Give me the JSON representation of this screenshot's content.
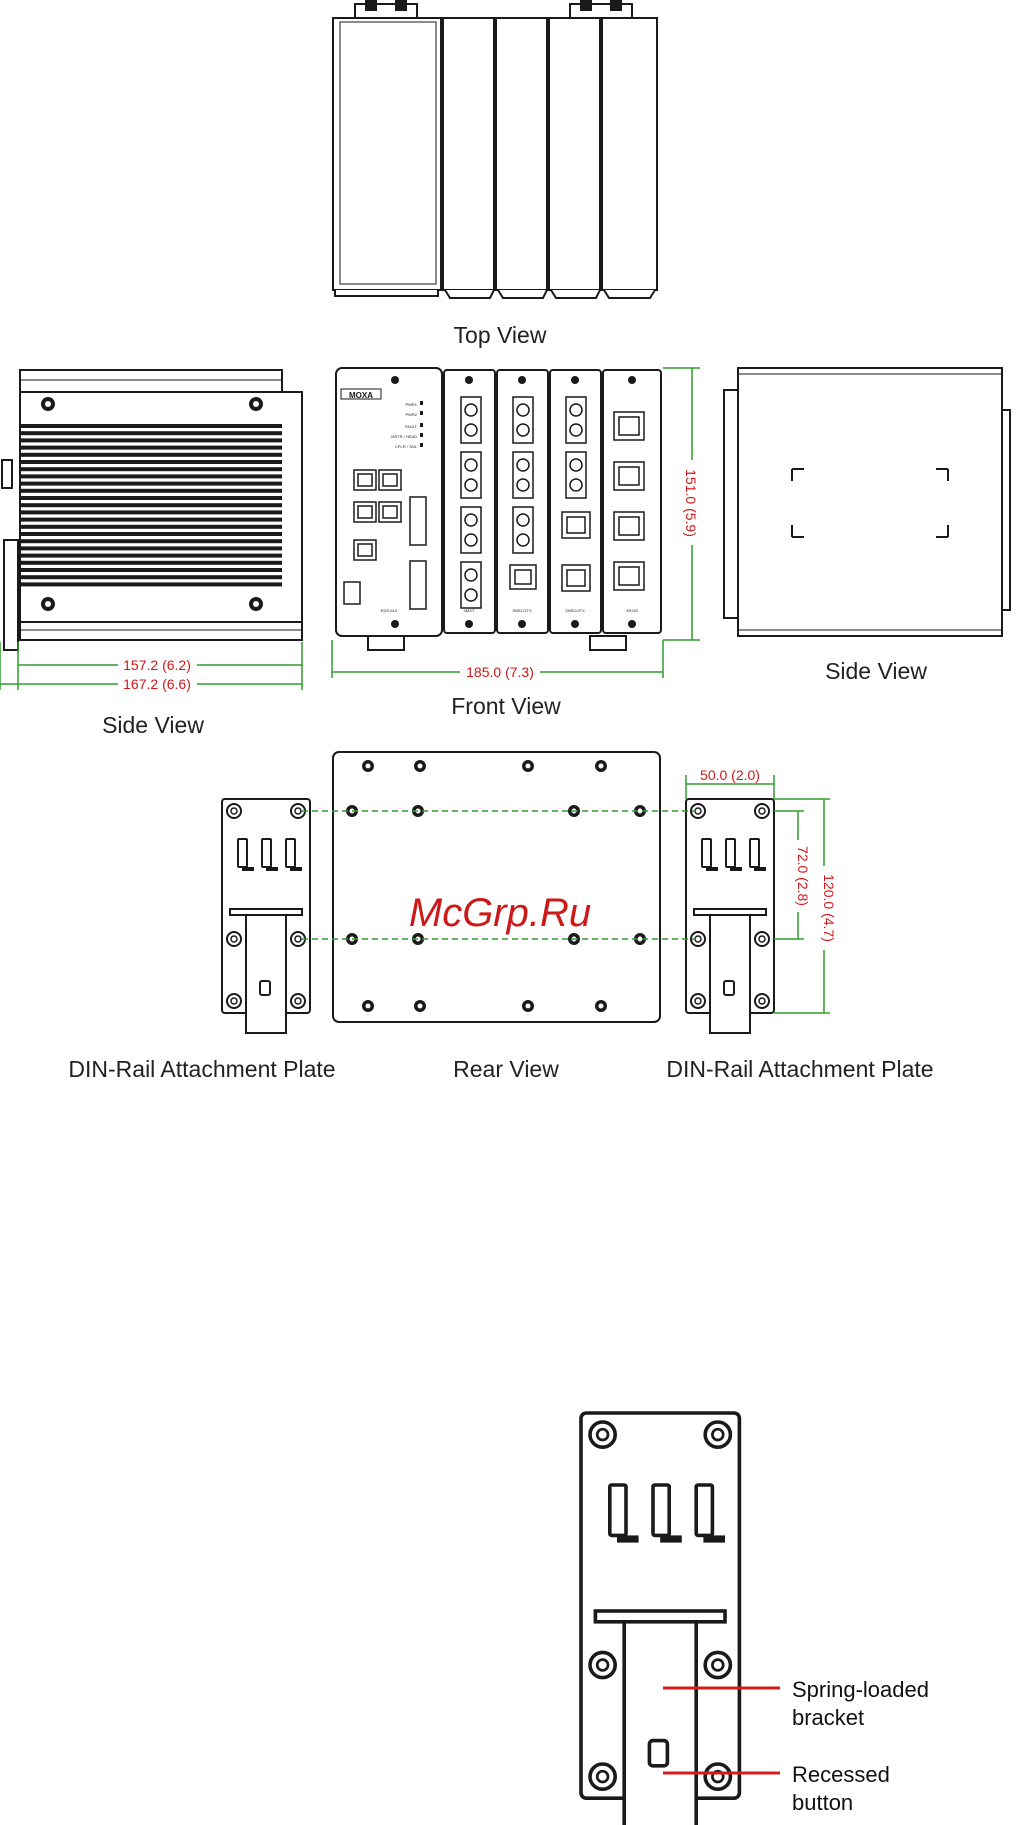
{
  "labels": {
    "top_view": "Top View",
    "side_view_left": "Side View",
    "front_view": "Front View",
    "side_view_right": "Side View",
    "rear_view": "Rear View",
    "din_plate_left": "DIN-Rail Attachment Plate",
    "din_plate_right": "DIN-Rail Attachment Plate"
  },
  "dimensions": {
    "side_depth_1": "157.2 (6.2)",
    "side_depth_2": "167.2 (6.6)",
    "front_width": "185.0 (7.3)",
    "front_height": "151.0 (5.9)",
    "plate_width": "50.0 (2.0)",
    "hole_spacing": "72.0 (2.8)",
    "plate_height": "120.0 (4.7)"
  },
  "front_panel": {
    "brand": "MOXA",
    "leds": [
      "PWR1",
      "PWR2",
      "FAULT",
      "MSTR / HEAD",
      "CPLR / TAIL"
    ],
    "modules": [
      "EDS-610",
      "4MST",
      "3MSC/1TX",
      "2MSC/2TX",
      "4RJ45"
    ]
  },
  "watermark": "McGrp.Ru",
  "callouts": {
    "bracket": [
      "Spring-loaded",
      "bracket"
    ],
    "button": [
      "Recessed",
      "button"
    ]
  },
  "colors": {
    "line": "#1a1a1a",
    "dimension_text": "#d01818",
    "dimension_line": "#2e9e2e",
    "callout_line": "#d41c1c"
  }
}
